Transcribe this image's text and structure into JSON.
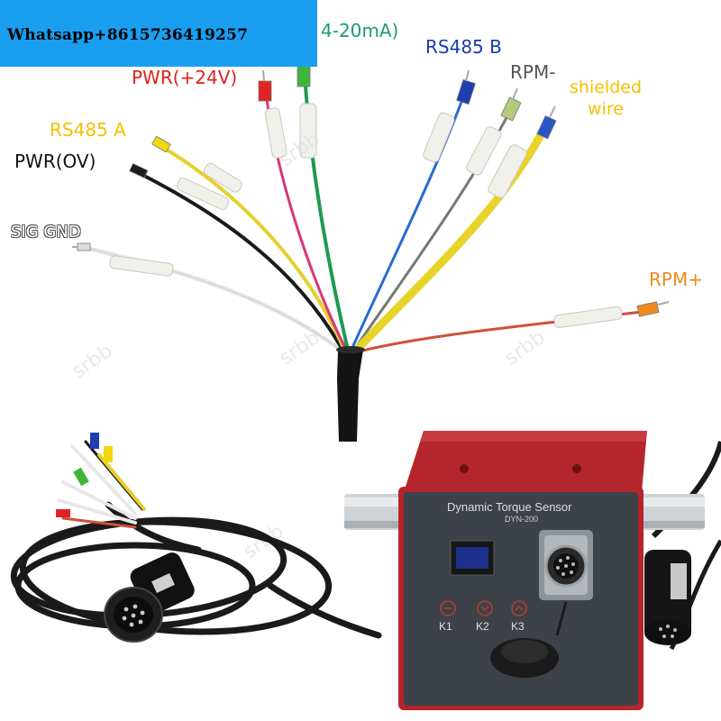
{
  "banner": {
    "text": "Whatsapp+8615736419257"
  },
  "wire_labels": {
    "analog_out": "4-20mA)",
    "rs485_b": "RS485 B",
    "rpm_minus": "RPM-",
    "shielded_line1": "shielded",
    "shielded_line2": "wire",
    "pwr_24v": "PWR(+24V)",
    "rs485_a": "RS485 A",
    "pwr_0v": "PWR(OV)",
    "sig_gnd": "SIG GND",
    "rpm_plus": "RPM+"
  },
  "sensor": {
    "title": "Dynamic Torque Sensor",
    "model": "DYN-200",
    "keys": [
      "K1",
      "K2",
      "K3"
    ]
  },
  "colors": {
    "banner": "#1a9ef0",
    "sensor_body": "#b4262b",
    "panel": "#3d4248",
    "label_red": "#e0211c",
    "label_green": "#1aa06a",
    "label_blue": "#1a3bb0",
    "label_yellow": "#f2c200",
    "label_orange": "#f08a1a"
  }
}
